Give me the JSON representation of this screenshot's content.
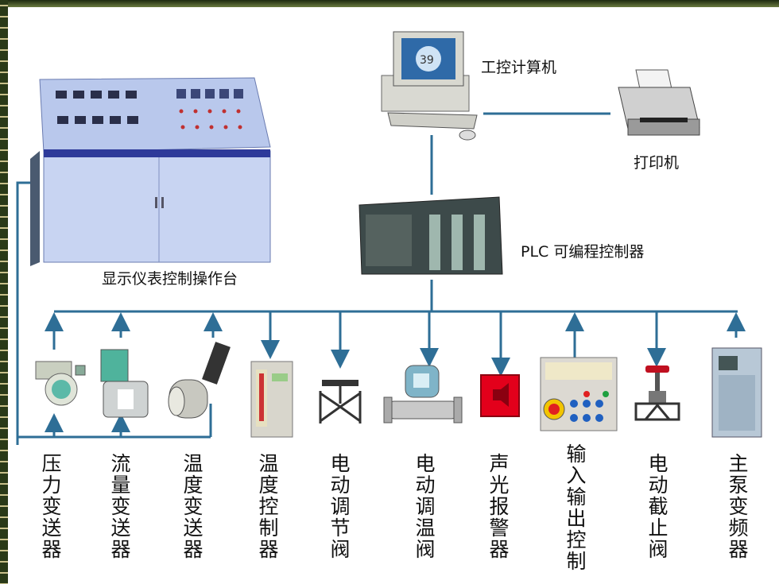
{
  "diagram": {
    "pc_label": "工控计算机",
    "printer_label": "打印机",
    "plc_label": "PLC 可编程控制器",
    "console_label": "显示仪表控制操作台",
    "devices": [
      {
        "id": "pressure-transmitter",
        "label": "压力变送器"
      },
      {
        "id": "flow-transmitter",
        "label": "流量变送器"
      },
      {
        "id": "temperature-transmitter",
        "label": "温度变送器"
      },
      {
        "id": "temperature-controller",
        "label": "温度控制器"
      },
      {
        "id": "electric-regulating-valve",
        "label": "电动调节阀"
      },
      {
        "id": "electric-temperature-valve",
        "label": "电动调温阀"
      },
      {
        "id": "sound-light-alarm",
        "label": "声光报警器"
      },
      {
        "id": "io-control",
        "label": "输入输出控制"
      },
      {
        "id": "electric-shutoff-valve",
        "label": "电动截止阀"
      },
      {
        "id": "main-pump-inverter",
        "label": "主泵变频器"
      }
    ],
    "colors": {
      "line": "#2e6e96",
      "panel": "#b9c8ec",
      "panel_dark": "#2e3a9a",
      "plc": "#3d4a4a",
      "alarm": "#e3001b"
    }
  }
}
